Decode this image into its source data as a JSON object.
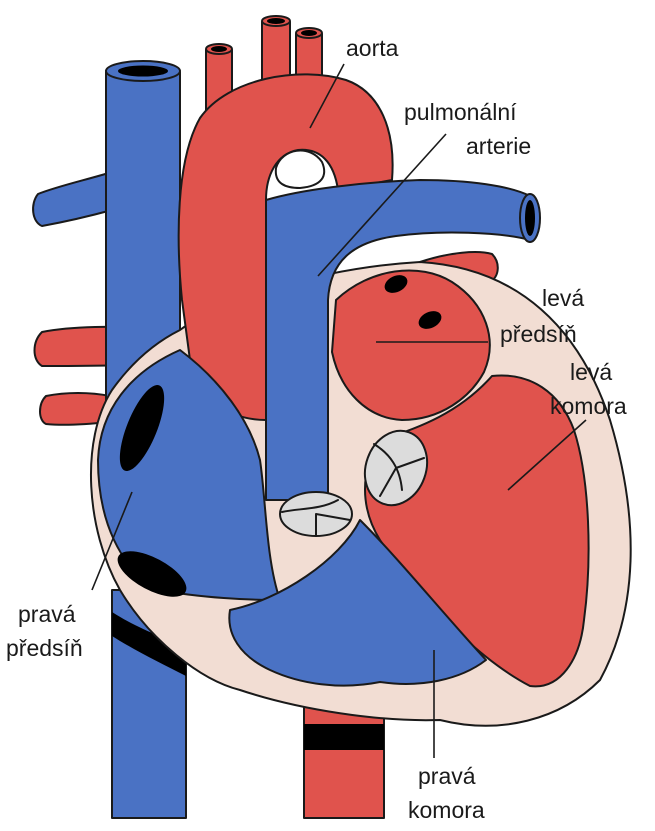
{
  "labels": {
    "aorta": "aorta",
    "pulmonary_artery": [
      "pulmonální",
      "arterie"
    ],
    "left_atrium": [
      "levá",
      "předsíň"
    ],
    "left_ventricle": [
      "levá",
      "komora"
    ],
    "right_atrium": [
      "pravá",
      "předsíň"
    ],
    "right_ventricle": [
      "pravá",
      "komora"
    ]
  },
  "colors": {
    "oxygenated": "#e0534d",
    "deoxygenated": "#4a72c4",
    "wall": "#f2ddd3",
    "outline": "#1a1a1a",
    "valve": "#dcdcdc",
    "opening": "#000000"
  }
}
